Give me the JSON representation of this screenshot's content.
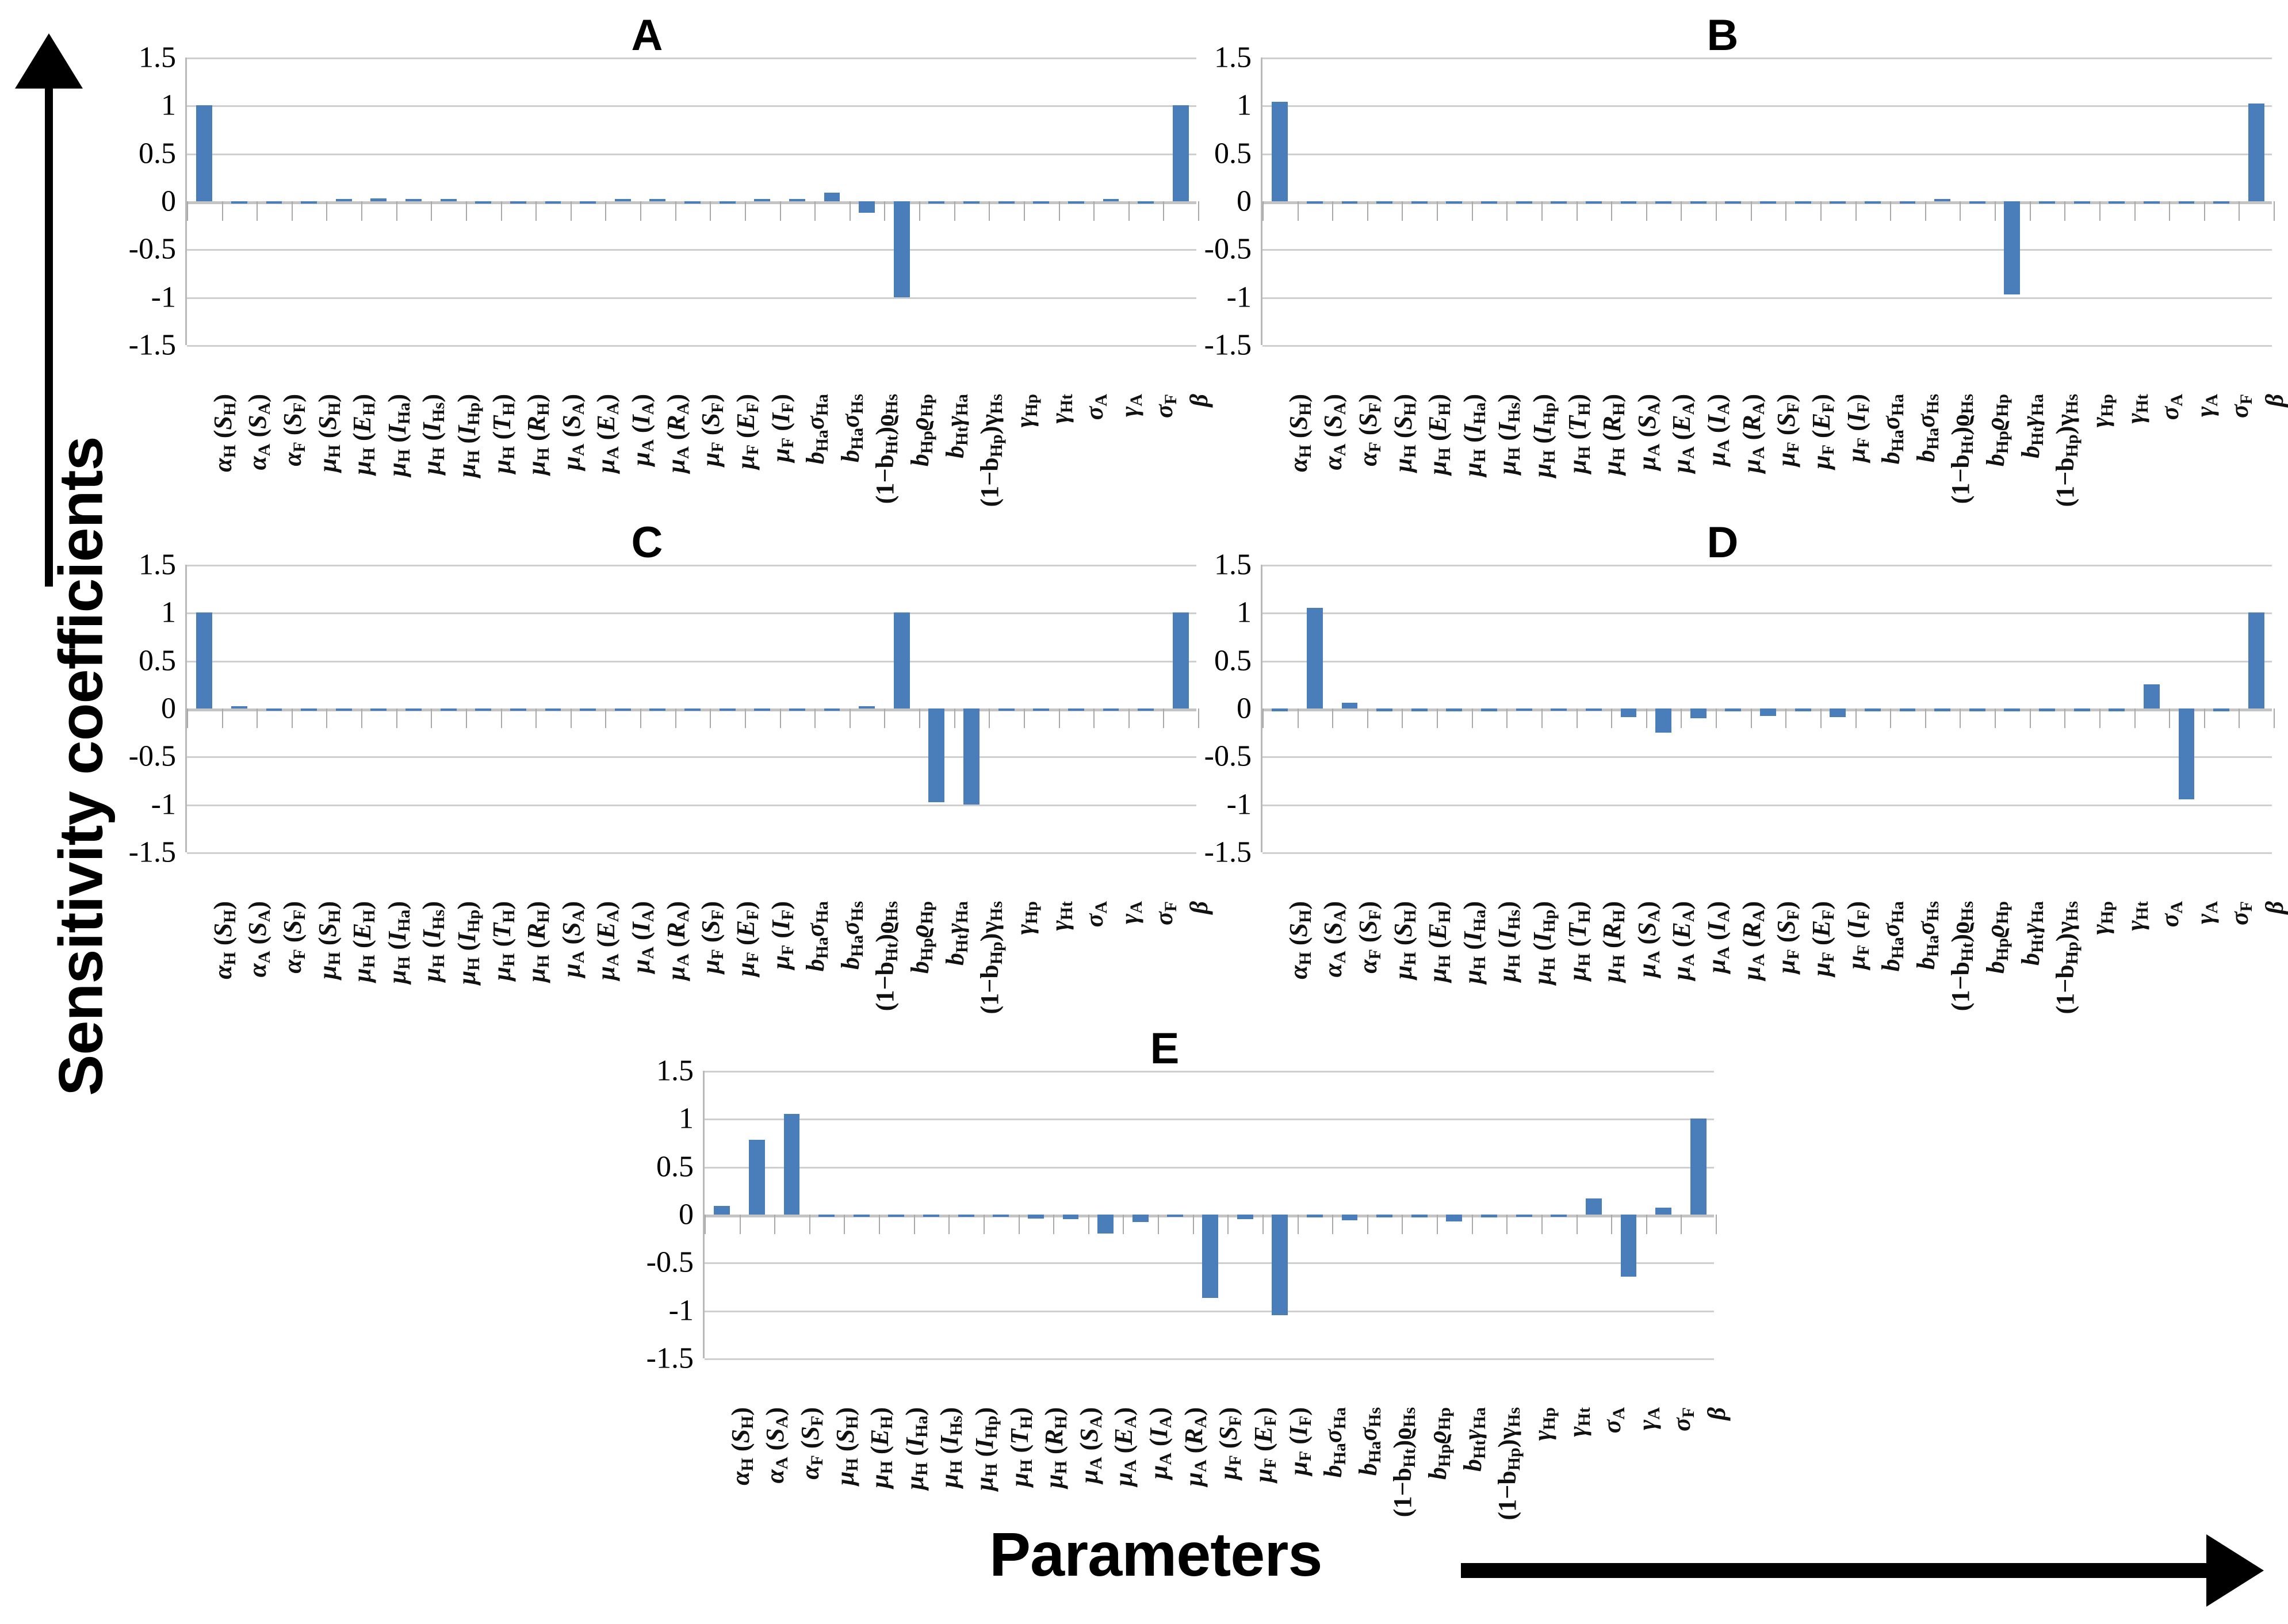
{
  "figure": {
    "y_axis_title": "Sensitivity coefficients",
    "x_axis_title": "Parameters",
    "bar_color": "#4a7ebb",
    "gridline_color": "#cfcfcf"
  },
  "chart_data": {
    "type": "bar",
    "title": "Sensitivity coefficients",
    "xlabel": "Parameters",
    "ylabel": "Sensitivity coefficients",
    "ylim": [
      -1.5,
      1.5
    ],
    "yticks": [
      "1.5",
      "1",
      "0.5",
      "0",
      "-0.5",
      "-1",
      "-1.5"
    ],
    "ytick_values": [
      1.5,
      1,
      0.5,
      0,
      -0.5,
      -1,
      -1.5
    ],
    "grid": true,
    "legend": "none",
    "categories": [
      "αH (SH)",
      "αA (SA)",
      "αF (SF)",
      "μH (SH)",
      "μH (EH)",
      "μH (IHa)",
      "μH (IHs)",
      "μH (IHp)",
      "μH (TH)",
      "μH (RH)",
      "μA (SA)",
      "μA (EA)",
      "μA (IA)",
      "μA (RA)",
      "μF (SF)",
      "μF (EF)",
      "μF (IF)",
      "bHaσHa",
      "bHaσHs",
      "(1−bHt)ϱHs",
      "bHpϱHp",
      "bHtγHa",
      "(1−bHp)γHs",
      "γHp",
      "γHt",
      "σA",
      "γA",
      "σF",
      "β"
    ],
    "category_parts": [
      {
        "base": "α",
        "sub": "H",
        "paren": "S",
        "paren_sub": "H"
      },
      {
        "base": "α",
        "sub": "A",
        "paren": "S",
        "paren_sub": "A"
      },
      {
        "base": "α",
        "sub": "F",
        "paren": "S",
        "paren_sub": "F"
      },
      {
        "base": "μ",
        "sub": "H",
        "paren": "S",
        "paren_sub": "H"
      },
      {
        "base": "μ",
        "sub": "H",
        "paren": "E",
        "paren_sub": "H"
      },
      {
        "base": "μ",
        "sub": "H",
        "paren": "I",
        "paren_sub": "Ha"
      },
      {
        "base": "μ",
        "sub": "H",
        "paren": "I",
        "paren_sub": "Hs"
      },
      {
        "base": "μ",
        "sub": "H",
        "paren": "I",
        "paren_sub": "Hp"
      },
      {
        "base": "μ",
        "sub": "H",
        "paren": "T",
        "paren_sub": "H"
      },
      {
        "base": "μ",
        "sub": "H",
        "paren": "R",
        "paren_sub": "H"
      },
      {
        "base": "μ",
        "sub": "A",
        "paren": "S",
        "paren_sub": "A"
      },
      {
        "base": "μ",
        "sub": "A",
        "paren": "E",
        "paren_sub": "A"
      },
      {
        "base": "μ",
        "sub": "A",
        "paren": "I",
        "paren_sub": "A"
      },
      {
        "base": "μ",
        "sub": "A",
        "paren": "R",
        "paren_sub": "A"
      },
      {
        "base": "μ",
        "sub": "F",
        "paren": "S",
        "paren_sub": "F"
      },
      {
        "base": "μ",
        "sub": "F",
        "paren": "E",
        "paren_sub": "F"
      },
      {
        "base": "μ",
        "sub": "F",
        "paren": "I",
        "paren_sub": "F"
      },
      {
        "base": "b",
        "sub": "Ha",
        "base2": "σ",
        "sub2": "Ha"
      },
      {
        "base": "b",
        "sub": "Ha",
        "base2": "σ",
        "sub2": "Hs"
      },
      {
        "pre": "(1−b",
        "sub": "Ht",
        "post": ")ϱ",
        "sub2": "Hs"
      },
      {
        "base": "b",
        "sub": "Hp",
        "base2": "ϱ",
        "sub2": "Hp"
      },
      {
        "base": "b",
        "sub": "Ht",
        "base2": "γ",
        "sub2": "Ha"
      },
      {
        "pre": "(1−b",
        "sub": "Hp",
        "post": ")γ",
        "sub2": "Hs"
      },
      {
        "base": "γ",
        "sub": "Hp"
      },
      {
        "base": "γ",
        "sub": "Ht"
      },
      {
        "base": "σ",
        "sub": "A"
      },
      {
        "base": "γ",
        "sub": "A"
      },
      {
        "base": "σ",
        "sub": "F"
      },
      {
        "base": "β",
        "sub": ""
      }
    ],
    "panels": [
      {
        "letter": "A",
        "values": [
          1.0,
          -0.01,
          -0.01,
          -0.01,
          0.02,
          0.03,
          0.02,
          0.02,
          -0.01,
          -0.01,
          -0.01,
          -0.01,
          0.02,
          0.02,
          -0.02,
          -0.02,
          0.02,
          0.02,
          0.09,
          -0.12,
          -1.0,
          -0.01,
          -0.02,
          -0.02,
          -0.02,
          -0.01,
          0.02,
          -0.01,
          1.0
        ]
      },
      {
        "letter": "B",
        "values": [
          1.04,
          -0.01,
          -0.01,
          -0.01,
          -0.01,
          -0.01,
          -0.01,
          -0.01,
          -0.01,
          -0.01,
          -0.01,
          -0.01,
          -0.01,
          -0.01,
          -0.01,
          -0.01,
          -0.01,
          -0.01,
          -0.01,
          0.02,
          -0.01,
          -0.97,
          -0.01,
          -0.01,
          -0.01,
          -0.01,
          -0.01,
          -0.01,
          1.02
        ]
      },
      {
        "letter": "C",
        "values": [
          1.0,
          0.02,
          -0.01,
          -0.01,
          -0.01,
          -0.01,
          -0.01,
          -0.01,
          -0.01,
          -0.01,
          -0.01,
          -0.01,
          -0.01,
          -0.01,
          -0.01,
          -0.01,
          -0.01,
          -0.01,
          -0.01,
          0.02,
          1.0,
          -0.98,
          -1.0,
          -0.01,
          -0.01,
          -0.01,
          -0.01,
          -0.01,
          1.0
        ]
      },
      {
        "letter": "D",
        "values": [
          -0.03,
          1.05,
          0.06,
          -0.03,
          -0.03,
          -0.03,
          -0.03,
          -0.02,
          -0.02,
          -0.02,
          -0.09,
          -0.25,
          -0.1,
          -0.03,
          -0.08,
          -0.03,
          -0.09,
          -0.03,
          -0.03,
          -0.03,
          -0.03,
          -0.03,
          -0.03,
          -0.03,
          -0.03,
          0.25,
          -0.95,
          -0.03,
          1.0
        ]
      },
      {
        "letter": "E",
        "values": [
          0.09,
          0.78,
          1.05,
          -0.02,
          -0.02,
          -0.02,
          -0.02,
          -0.02,
          -0.02,
          -0.04,
          -0.05,
          -0.2,
          -0.08,
          -0.02,
          -0.87,
          -0.05,
          -1.05,
          -0.03,
          -0.06,
          -0.03,
          -0.03,
          -0.07,
          -0.03,
          -0.02,
          -0.02,
          0.17,
          -0.65,
          0.07,
          1.0
        ]
      }
    ]
  }
}
